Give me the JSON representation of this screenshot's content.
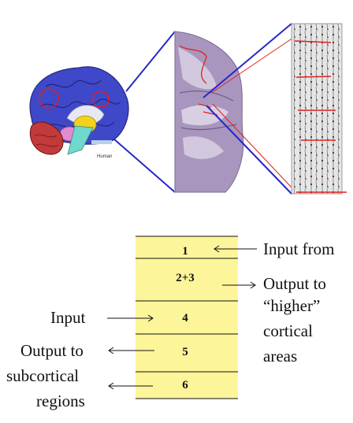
{
  "images": {
    "brain_tag": "Human"
  },
  "layers": [
    {
      "number": "1"
    },
    {
      "number": "2+3"
    },
    {
      "number": "4"
    },
    {
      "number": "5"
    },
    {
      "number": "6"
    }
  ],
  "annotations": {
    "input_from": "Input from",
    "output_higher_line1": "Output to",
    "output_higher_line2": "“higher”",
    "output_higher_line3": "cortical",
    "output_higher_line4": "areas",
    "input_layer4": "Input",
    "output_subcortical_line1": "Output to",
    "output_subcortical_line2": "subcortical",
    "output_subcortical_line3": "regions"
  },
  "colors": {
    "layer_fill": "#fdf59a",
    "zoom_line": "#2727c8",
    "annotation_red": "#e02020"
  }
}
